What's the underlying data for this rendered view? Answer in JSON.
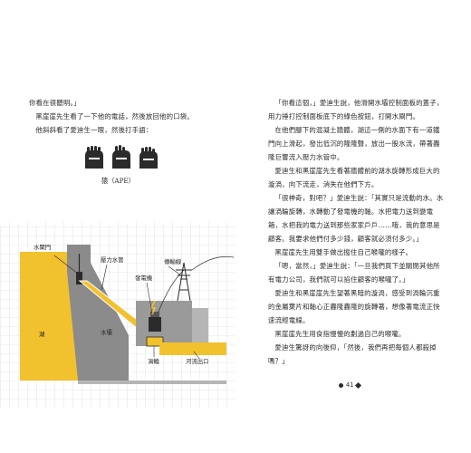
{
  "left_page": {
    "paragraphs": [
      "你看在很聽明。」",
      "黑崖崖先生看了一下他的電話，然後放回他的口袋。",
      "他斜斜看了愛迪生一眼，然後打手語："
    ],
    "sign_caption": "猿（APE）"
  },
  "diagram": {
    "labels": {
      "gate": "水閘門",
      "penstock": "壓力水管",
      "generator": "發電機",
      "power_line": "傳輸線",
      "lake": "湖",
      "water": "水壩",
      "turbine": "渦輪",
      "outlet": "河流出口"
    },
    "colors": {
      "water": "#f2c12e",
      "dam": "#8b8b8b",
      "grid": "#cfd2d6"
    }
  },
  "right_page": {
    "paragraphs": [
      "「你看這個，」愛迪生說，他滑開水壩控制面板的蓋子，用力捶打控制面板底下的綠色按鈕，打開水閘門。",
      "在他們腳下的混凝土牆體，湖這一側的水面下有一道鐵門向上滑起，發出低沉的隆隆聲，放出一股水流，帶著轟隆巨響流入壓力水管中。",
      "愛迪生和黑崖崖先生看著牆體前的湖水旋轉形成巨大的漩渦，向下流走，消失在他們下方。",
      "「很神奇，對吧？」愛迪生說：「其實只是流動的水。水讓渦輪旋轉，水轉動了發電機的軸。水把電力送到變電箱，水把我的電力送到那些家家戶戶……哦，我的意思是顧客。我要求他們付多少錢，顧客就必須付多少。」",
      "黑崖崖先生用雙手做出搗住自己喉嚨的樣子。",
      "「嗯，當然，」愛迪生說：「一旦我們買下並關閉其他所有電力公司，我們就可以掐住顧客的喉嚨了。」",
      "愛迪生和黑崖崖先生望著黑暗的漩渦，感受到渦輪沉重的金屬葉片和軸心正轟隆轟隆的旋轉著，想像著電流正快速流經電線。",
      "黑崖崖先生用食指慢慢的劃過自己的喉嚨。",
      "愛迪生驚訝的向後仰，「然後，我們再把每個人都殺掉嗎？」"
    ],
    "page_number": "41"
  }
}
